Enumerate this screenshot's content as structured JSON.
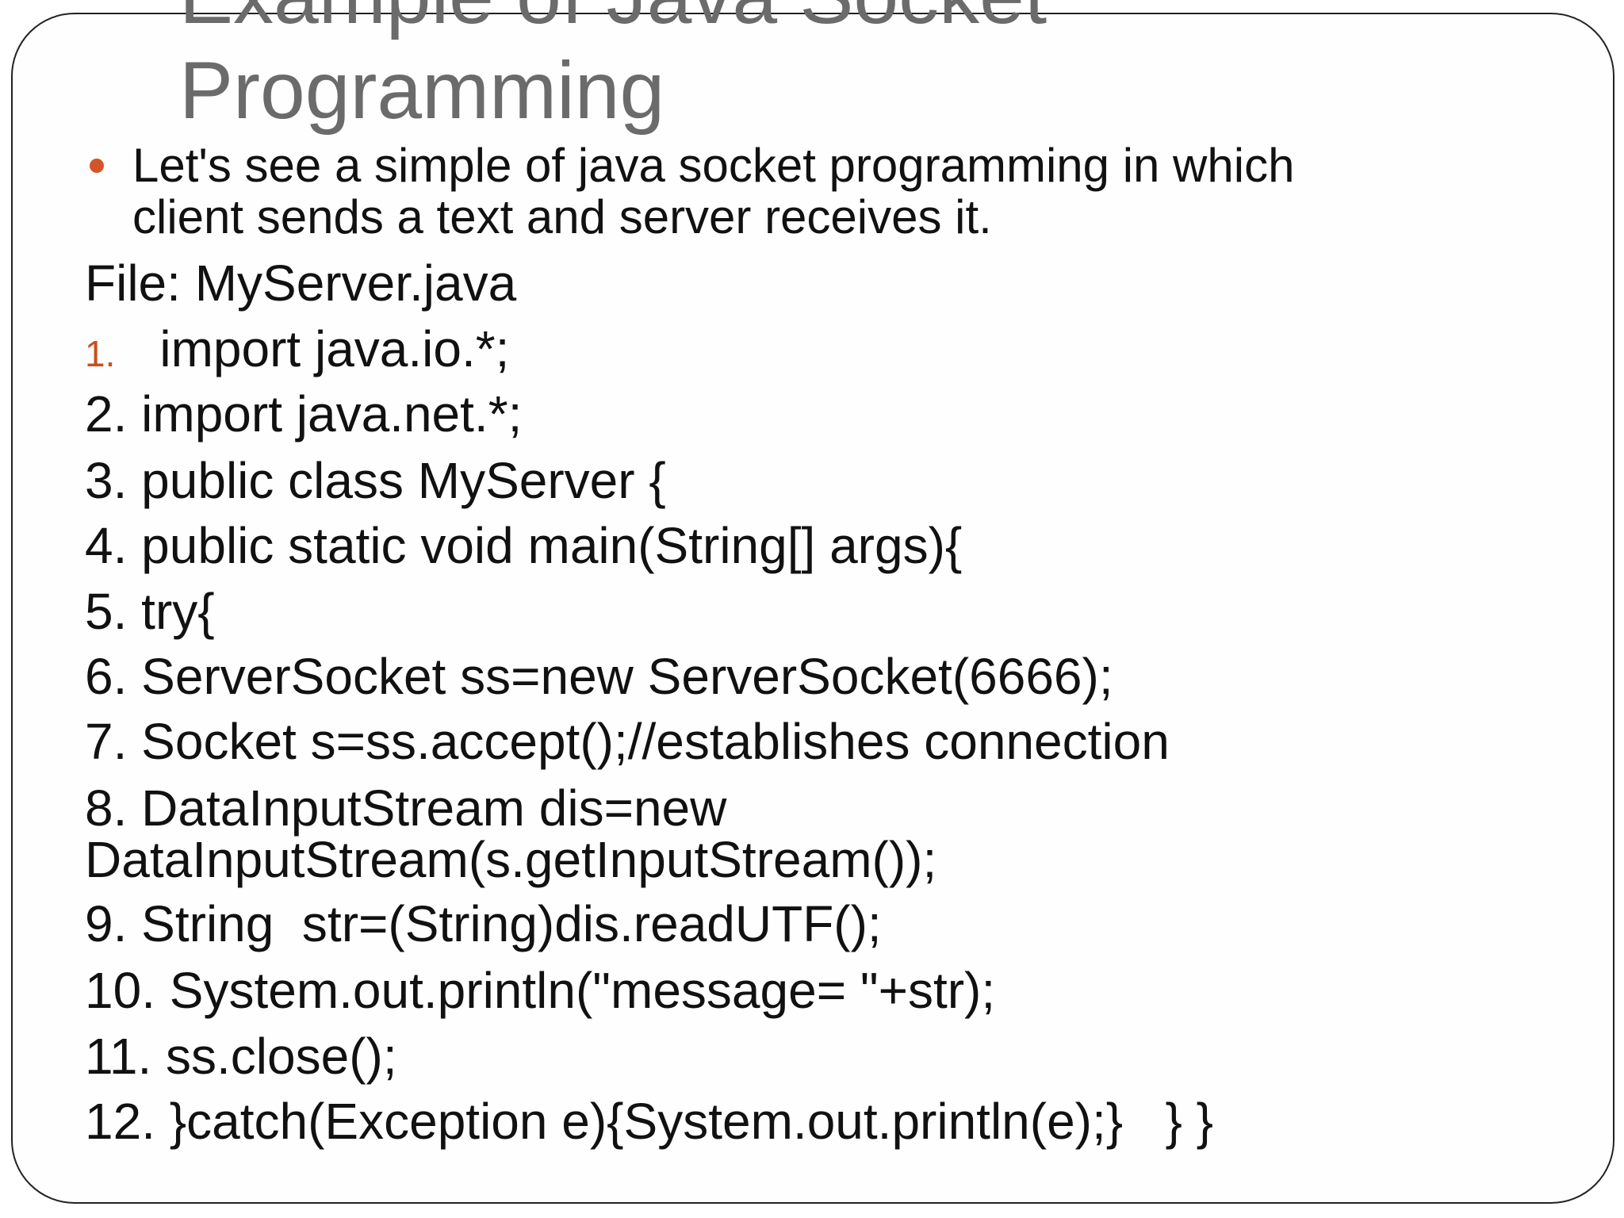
{
  "slide": {
    "title_lines": [
      "Example of Java Socket",
      "Programming"
    ],
    "bullet": [
      "Let's see a simple of java socket programming in which",
      "client sends a text and server receives it."
    ],
    "file_label": "File: MyServer.java",
    "first_number": "1.",
    "first_line": "import java.io.*;",
    "lines": [
      "2. import java.net.*;",
      "3. public class MyServer {",
      "4. public static void main(String[] args){",
      "5. try{",
      "6. ServerSocket ss=new ServerSocket(6666);",
      "7. Socket s=ss.accept();//establishes connection",
      "8. DataInputStream dis=new",
      "DataInputStream(s.getInputStream());",
      "9. String  str=(String)dis.readUTF();",
      "10. System.out.println(\"message= \"+str);",
      "11. ss.close();",
      "12. }catch(Exception e){System.out.println(e);}   } }"
    ],
    "accent_color": "#d5532a"
  }
}
